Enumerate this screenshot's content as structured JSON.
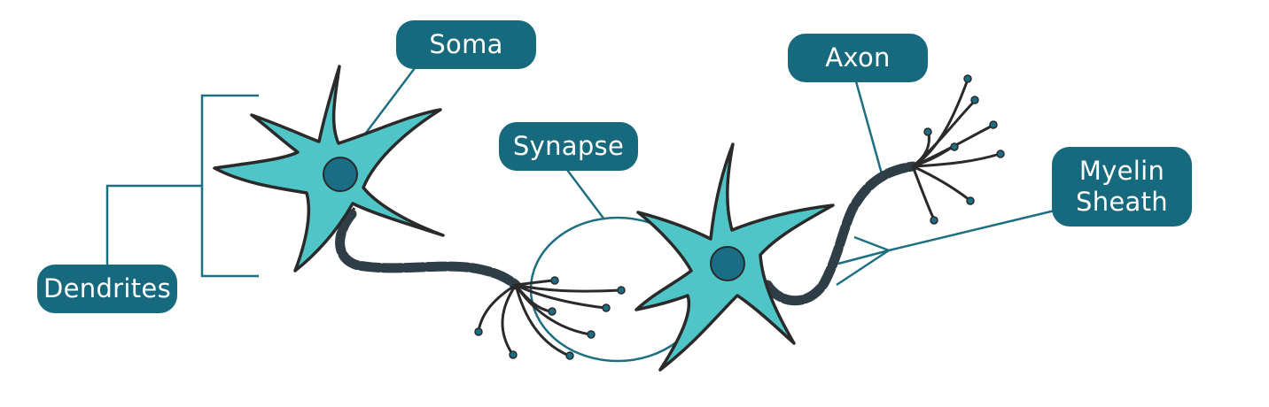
{
  "labels": {
    "soma": "Soma",
    "axon": "Axon",
    "synapse": "Synapse",
    "myelin_line1": "Myelin",
    "myelin_line2": "Sheath",
    "dendrites": "Dendrites"
  },
  "colors": {
    "label_bg": "#17697e",
    "label_text": "#ffffff",
    "cell_fill": "#4fc5c7",
    "nucleus_fill": "#1a6d84",
    "outline": "#2a2a2a",
    "connector": "#1f6f82",
    "myelin": "#2f3d47"
  }
}
